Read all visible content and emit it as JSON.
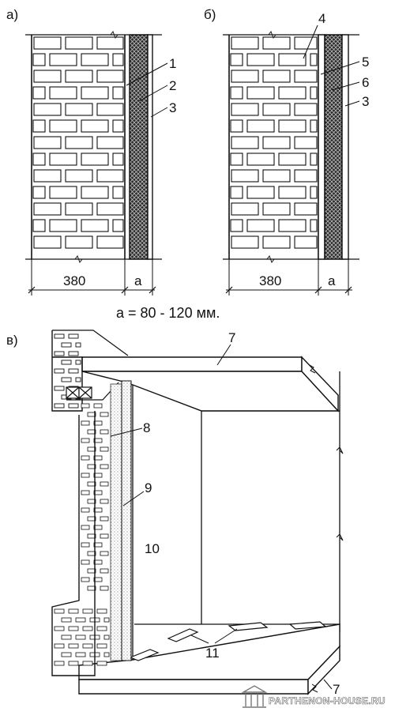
{
  "panels": {
    "a": {
      "letter": "а)",
      "callouts": [
        "1",
        "2",
        "3"
      ],
      "dim_main": "380",
      "dim_side": "а"
    },
    "b": {
      "letter": "б)",
      "callouts": [
        "4",
        "5",
        "6",
        "3"
      ],
      "dim_main": "380",
      "dim_side": "а"
    },
    "c": {
      "letter": "в)",
      "callouts": [
        "7",
        "8",
        "9",
        "10",
        "11",
        "7"
      ]
    }
  },
  "formula": "а = 80 - 120 мм.",
  "watermark": "PARTHENON-HOUSE.RU",
  "colors": {
    "ink": "#111111",
    "insulation": "#2a2a2a",
    "background": "#ffffff"
  }
}
